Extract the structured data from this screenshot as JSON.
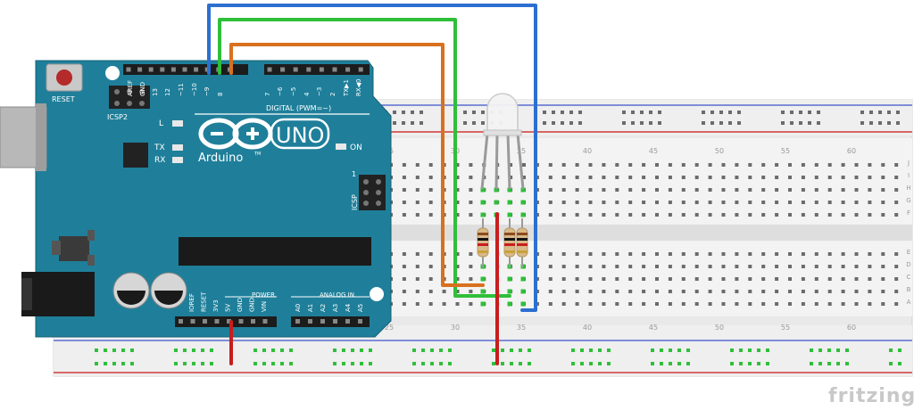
{
  "board": {
    "reset_label": "RESET",
    "icsp2_label": "ICSP2",
    "icsp_label": "ICSP",
    "brand_uno": "UNO",
    "brand_arduino": "Arduino",
    "trademark": "TM",
    "led_l": "L",
    "led_tx": "TX",
    "led_rx": "RX",
    "led_on": "ON",
    "icsp_pin1": "1",
    "digital_label": "DIGITAL (PWM=~)",
    "digital_pins": [
      "AREF",
      "GND",
      "13",
      "12",
      "~11",
      "~10",
      "~9",
      "8",
      "7",
      "~6",
      "~5",
      "4",
      "~3",
      "2",
      "TX▶1",
      "RX◀0"
    ],
    "power_label": "POWER",
    "power_pins": [
      "IOREF",
      "RESET",
      "3V3",
      "5V",
      "GND",
      "GND",
      "VIN"
    ],
    "analog_label": "ANALOG IN",
    "analog_pins": [
      "A0",
      "A1",
      "A2",
      "A3",
      "A4",
      "A5"
    ]
  },
  "breadboard": {
    "column_numbers": [
      "25",
      "30",
      "35",
      "40",
      "45",
      "50",
      "55",
      "60"
    ],
    "row_letters_top": [
      "J",
      "I",
      "H",
      "G",
      "F"
    ],
    "row_letters_bottom": [
      "E",
      "D",
      "C",
      "B",
      "A"
    ]
  },
  "wires": [
    {
      "name": "blue-wire",
      "color": "#2c6fd1"
    },
    {
      "name": "green-wire",
      "color": "#2fbf3a"
    },
    {
      "name": "orange-wire",
      "color": "#d9701e"
    },
    {
      "name": "red-wire",
      "color": "#c81e1e"
    }
  ],
  "watermark": "fritzing"
}
